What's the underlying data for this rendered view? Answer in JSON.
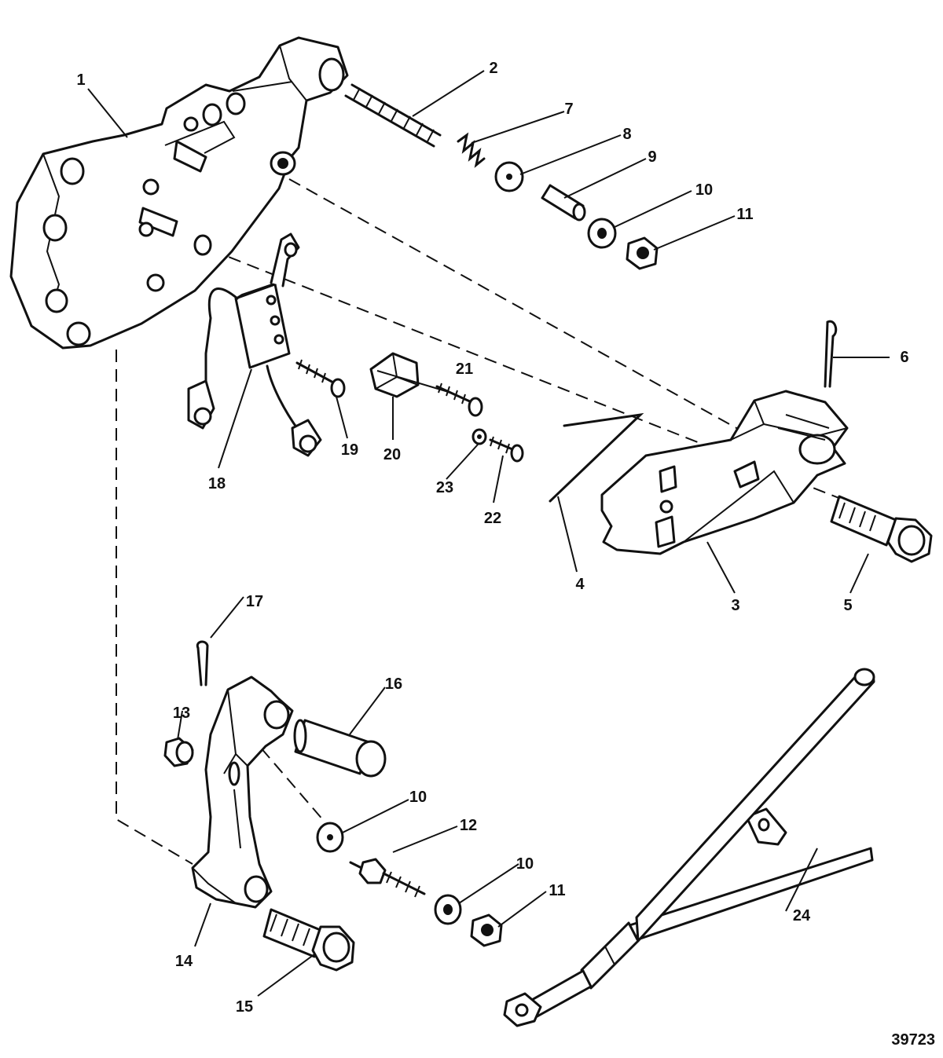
{
  "diagram": {
    "figure_number": "39723",
    "callouts": [
      "1",
      "2",
      "3",
      "4",
      "5",
      "6",
      "7",
      "8",
      "9",
      "10",
      "11",
      "12",
      "13",
      "14",
      "15",
      "16",
      "17",
      "18",
      "19",
      "20",
      "21",
      "22",
      "23",
      "24"
    ]
  }
}
